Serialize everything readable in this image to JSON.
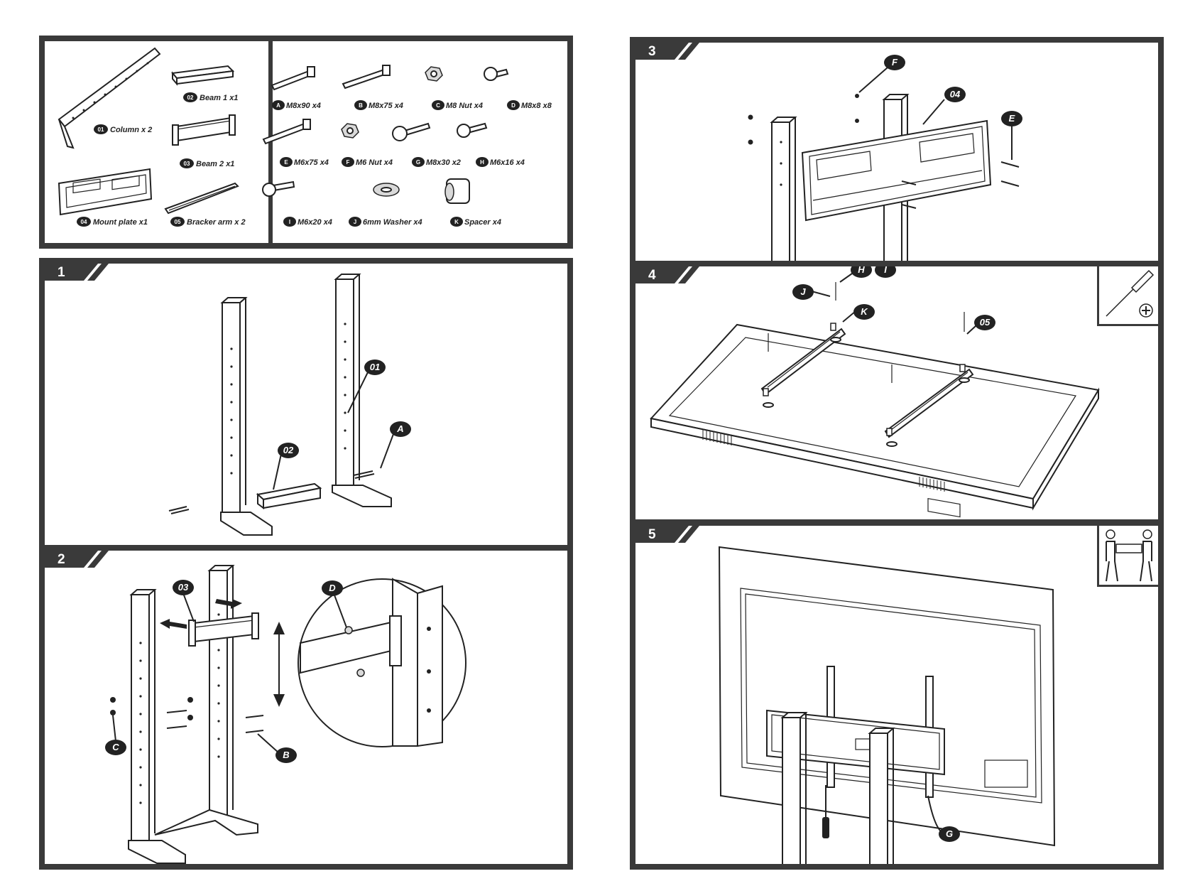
{
  "parts_panel": {
    "components": [
      {
        "num": "01",
        "label": "Column x 2"
      },
      {
        "num": "02",
        "label": "Beam 1 x1"
      },
      {
        "num": "03",
        "label": "Beam 2 x1"
      },
      {
        "num": "04",
        "label": "Mount plate x1"
      },
      {
        "num": "05",
        "label": "Bracker arm x 2"
      }
    ],
    "hardware": [
      {
        "letter": "A",
        "label": "M8x90 x4"
      },
      {
        "letter": "B",
        "label": "M8x75 x4"
      },
      {
        "letter": "C",
        "label": "M8 Nut x4"
      },
      {
        "letter": "D",
        "label": "M8x8 x8"
      },
      {
        "letter": "E",
        "label": "M6x75 x4"
      },
      {
        "letter": "F",
        "label": "M6 Nut x4"
      },
      {
        "letter": "G",
        "label": "M8x30 x2"
      },
      {
        "letter": "H",
        "label": "M6x16 x4"
      },
      {
        "letter": "I",
        "label": "M6x20 x4"
      },
      {
        "letter": "J",
        "label": "6mm Washer x4"
      },
      {
        "letter": "K",
        "label": "Spacer x4"
      }
    ]
  },
  "steps": [
    {
      "num": "1",
      "callouts": [
        "01",
        "02",
        "A"
      ]
    },
    {
      "num": "2",
      "callouts": [
        "03",
        "D",
        "C",
        "B"
      ]
    },
    {
      "num": "3",
      "callouts": [
        "F",
        "04",
        "E"
      ]
    },
    {
      "num": "4",
      "callouts": [
        "H",
        "I",
        "J",
        "K",
        "05"
      ]
    },
    {
      "num": "5",
      "callouts": [
        "G"
      ]
    }
  ],
  "icons": {
    "step4": "screwdriver-phillips-icon",
    "step5": "two-person-lift-icon"
  },
  "colors": {
    "frame": "#3a3a3a",
    "badge": "#222222",
    "line": "#222222"
  }
}
